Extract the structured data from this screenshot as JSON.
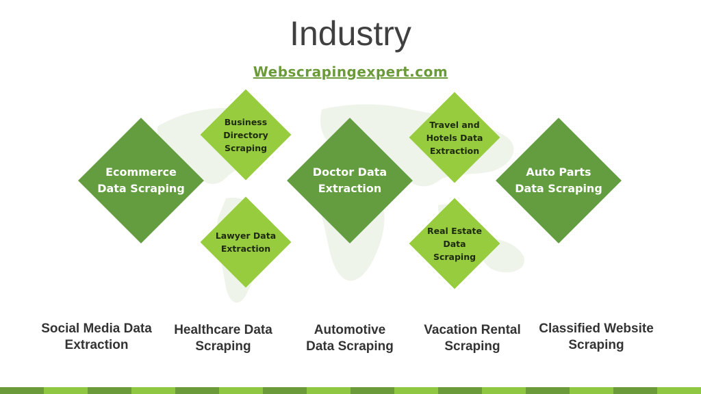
{
  "header": {
    "title": "Industry",
    "website": "Webscrapingexpert.com"
  },
  "diamonds": {
    "ecommerce": "Ecommerce\nData Scraping",
    "business_directory": "Business\nDirectory\nScraping",
    "lawyer": "Lawyer Data\nExtraction",
    "doctor": "Doctor Data\nExtraction",
    "travel_hotels": "Travel and\nHotels Data\nExtraction",
    "real_estate": "Real Estate\nData\nScraping",
    "auto_parts": "Auto Parts\nData Scraping"
  },
  "bottom_items": {
    "social_media": "Social Media Data\nExtraction",
    "healthcare": "Healthcare Data\nScraping",
    "automotive": "Automotive\nData Scraping",
    "vacation_rental": "Vacation Rental\nScraping",
    "classified": "Classified Website\nScraping"
  },
  "colors": {
    "dark_green": "#639d3f",
    "light_green": "#97cc3e",
    "link_green": "#6a9a3a"
  }
}
